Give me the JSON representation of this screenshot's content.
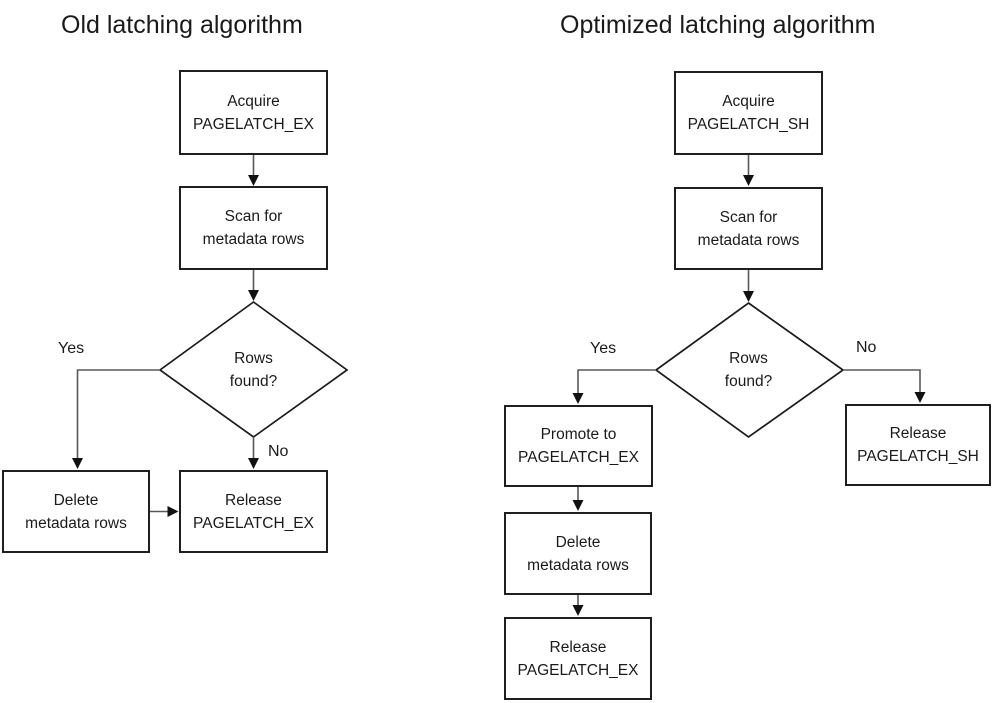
{
  "colors": {
    "background": "#ffffff",
    "box_border": "#1f1f1f",
    "connector": "#595959",
    "arrowhead": "#111111",
    "text": "#1a1a1a"
  },
  "left_chart": {
    "title": "Old latching algorithm",
    "nodes": {
      "acquire": "Acquire\nPAGELATCH_EX",
      "scan": "Scan for\nmetadata rows",
      "decision": "Rows\nfound?",
      "delete": "Delete\nmetadata rows",
      "release": "Release\nPAGELATCH_EX"
    },
    "labels": {
      "yes": "Yes",
      "no": "No"
    }
  },
  "right_chart": {
    "title": "Optimized latching algorithm",
    "nodes": {
      "acquire": "Acquire\nPAGELATCH_SH",
      "scan": "Scan for\nmetadata rows",
      "decision": "Rows\nfound?",
      "promote": "Promote to\nPAGELATCH_EX",
      "release_sh": "Release\nPAGELATCH_SH",
      "delete": "Delete\nmetadata rows",
      "release_ex": "Release\nPAGELATCH_EX"
    },
    "labels": {
      "yes": "Yes",
      "no": "No"
    }
  }
}
